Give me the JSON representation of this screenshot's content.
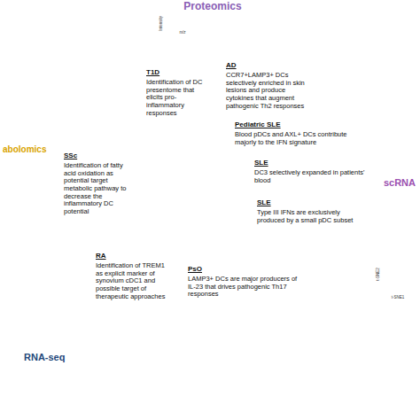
{
  "diagram": {
    "nodes": [
      {
        "text": [
          "T1D",
          "Identification of DC presentome that elicits pro-inflammatory responses"
        ]
      },
      {
        "text": [
          "SSc",
          "Identification of fatty acid oxidation as potential target metabolic pathway to decrease the inflammatory DC potential"
        ]
      },
      {
        "text": [
          "RA",
          "Identification of TREM1 as explicit marker of synovium cDC1 and possible target of therapeutic approaches"
        ]
      },
      {
        "text": [
          "AD",
          "CCR7+LAMP3+ DCs selectively enriched in skin lesions and produce cytokines that augment pathogenic Th2 responses",
          "Pediatric SLE",
          "Blood pDCs and AXL+ DCs contribute majorly to the IFN signature",
          "SLE",
          "DC3 selectively expanded in patients' blood",
          "SLE",
          "Type III IFNs are exclusively produced by a small pDC subset",
          "PsO",
          "LAMP3+ DCs are major producers of IL-23 that drives pathogenic Th17 responses"
        ]
      }
    ],
    "labels": [
      "Proteomics",
      "abolomics",
      "scRNA",
      "RNA-seq",
      "Intensity",
      "m/z",
      "t-SNE1",
      "t-SNE2"
    ]
  }
}
